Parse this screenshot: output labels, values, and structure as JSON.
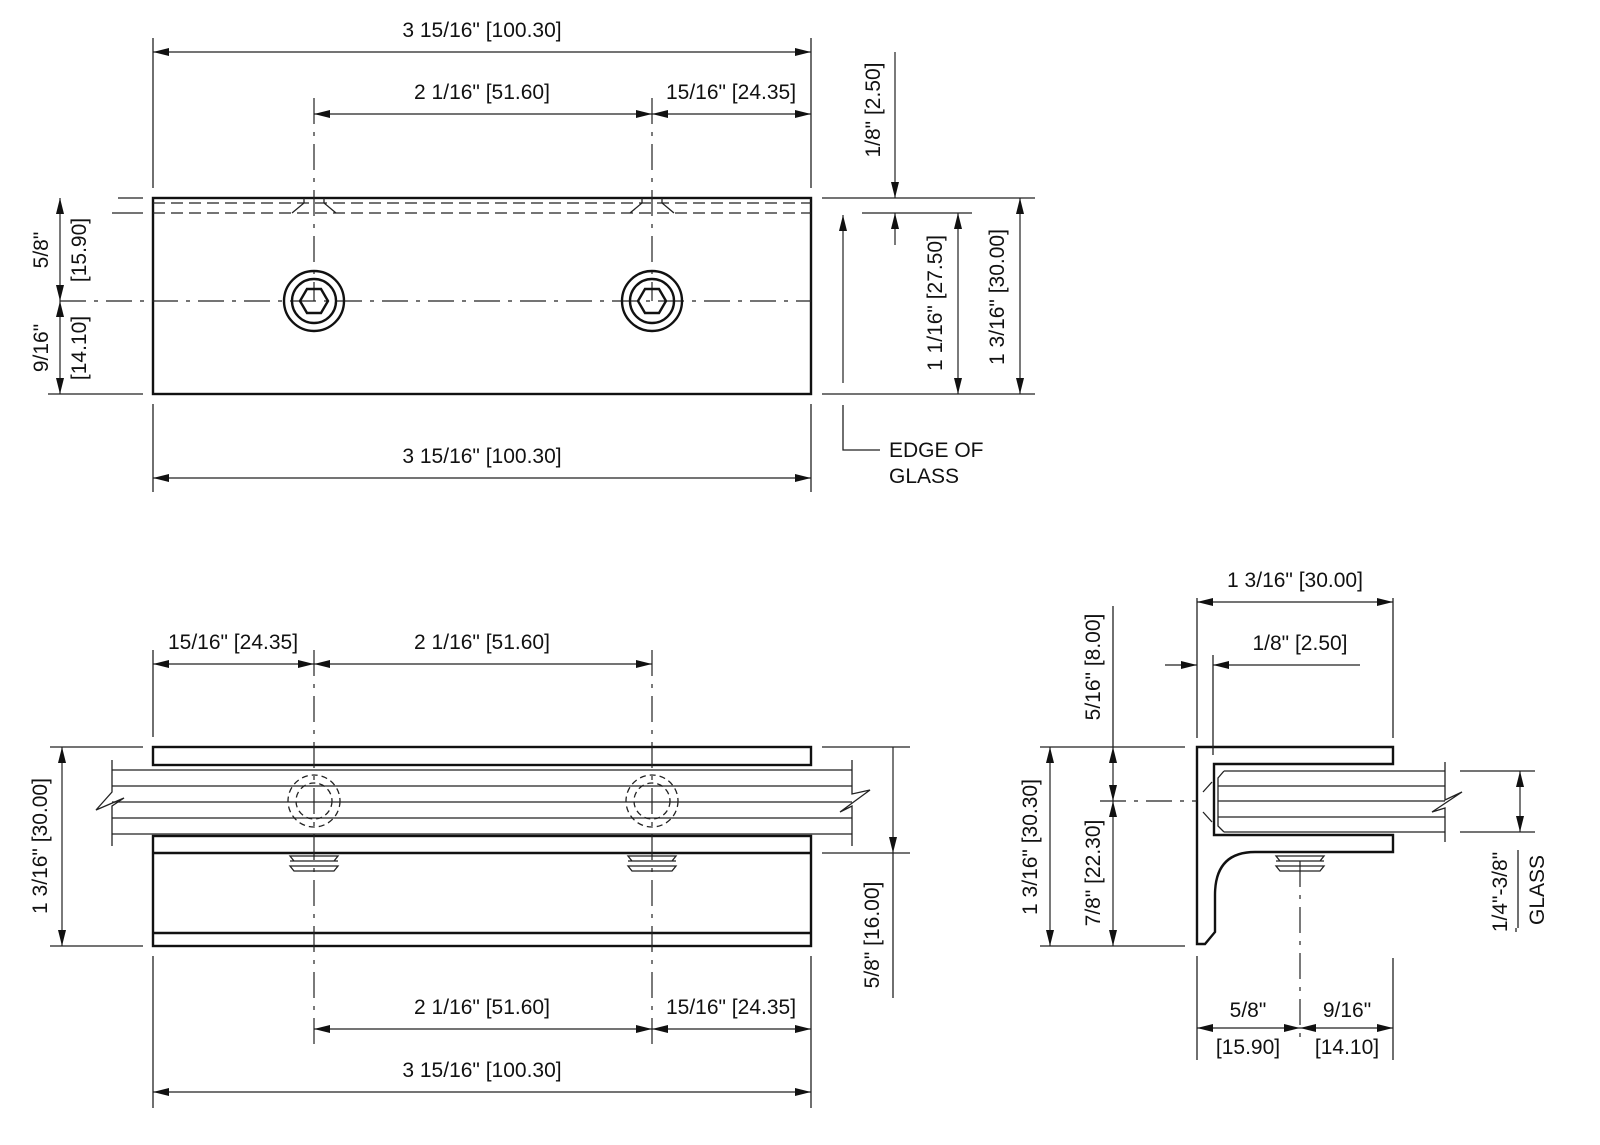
{
  "top_view": {
    "overall_width_top": "3 15/16\" [100.30]",
    "hole_spacing": "2 1/16\" [51.60]",
    "hole_to_edge": "15/16\" [24.35]",
    "lip": "1/8\" [2.50]",
    "upper_to_center_in": "5/8\"",
    "upper_to_center_mm": "[15.90]",
    "lower_to_center_in": "9/16\"",
    "lower_to_center_mm": "[14.10]",
    "glass_depth": "1 1/16\" [27.50]",
    "overall_height": "1 3/16\" [30.00]",
    "overall_width_bottom": "3 15/16\" [100.30]",
    "edge_label_1": "EDGE OF",
    "edge_label_2": "GLASS"
  },
  "front_view": {
    "edge_to_hole": "15/16\" [24.35]",
    "hole_spacing_top": "2 1/16\" [51.60]",
    "overall_height": "1 3/16\" [30.00]",
    "lower_height": "5/8\" [16.00]",
    "hole_spacing_bottom": "2 1/16\" [51.60]",
    "hole_to_edge_bottom": "15/16\" [24.35]",
    "overall_width": "3 15/16\" [100.30]"
  },
  "side_view": {
    "overall_depth": "1 3/16\" [30.00]",
    "lip": "1/8\" [2.50]",
    "top_to_center": "5/16\" [8.00]",
    "center_to_bottom": "7/8\" [22.30]",
    "overall_height": "1 3/16\" [30.30]",
    "back_to_screw_in": "5/8\"",
    "back_to_screw_mm": "[15.90]",
    "screw_to_front_in": "9/16\"",
    "screw_to_front_mm": "[14.10]",
    "glass_range": "1/4\"-3/8\"",
    "glass_label": "GLASS"
  }
}
